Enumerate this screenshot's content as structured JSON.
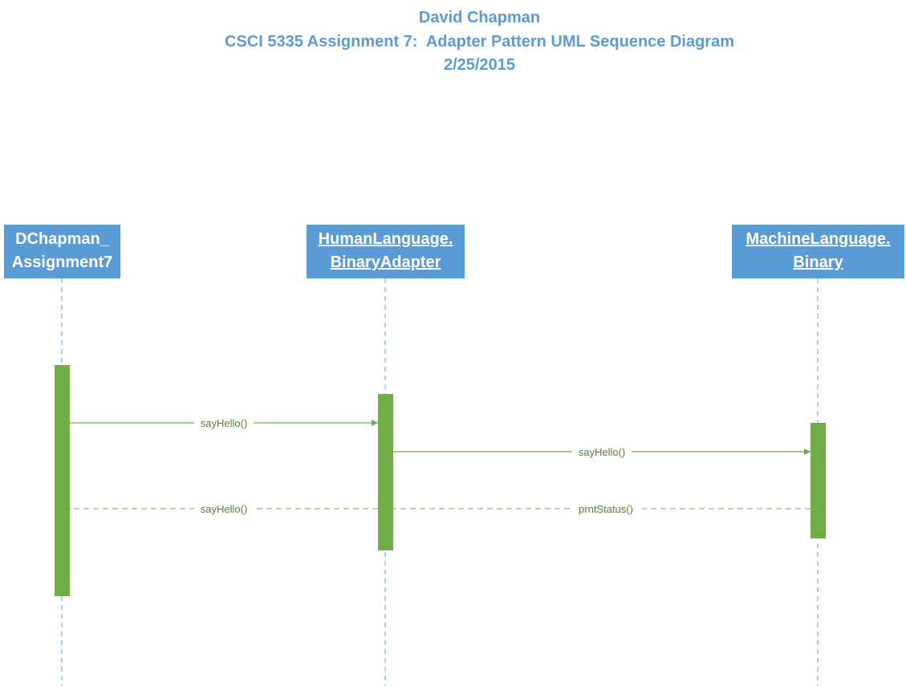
{
  "header": {
    "author": "David Chapman",
    "course_title": "CSCI 5335 Assignment 7:  Adapter Pattern UML Sequence Diagram",
    "date": "2/25/2015"
  },
  "lifelines": [
    {
      "line1": "DChapman_",
      "line2": "Assignment7",
      "underlined": false
    },
    {
      "line1": "HumanLanguage.",
      "line2": "BinaryAdapter",
      "underlined": true
    },
    {
      "line1": "MachineLanguage.",
      "line2": "Binary",
      "underlined": true
    }
  ],
  "messages": [
    {
      "label": "sayHello()",
      "from": "DChapman_Assignment7",
      "to": "HumanLanguage.BinaryAdapter",
      "kind": "synchronous call"
    },
    {
      "label": "sayHello()",
      "from": "HumanLanguage.BinaryAdapter",
      "to": "MachineLanguage.Binary",
      "kind": "synchronous call"
    },
    {
      "label": "prntStatus()",
      "from": "MachineLanguage.Binary",
      "to": "HumanLanguage.BinaryAdapter",
      "kind": "return"
    },
    {
      "label": "sayHello()",
      "from": "HumanLanguage.BinaryAdapter",
      "to": "DChapman_Assignment7",
      "kind": "return"
    }
  ],
  "colors": {
    "header_text": "#5b9bd5",
    "lifeline_head_fill": "#5b9bd5",
    "lifeline_head_text": "#ffffff",
    "lifeline_dash": "#5b9bd5",
    "activation_fill": "#70ad47",
    "message_line": "#70ad47",
    "message_text": "#548235"
  }
}
